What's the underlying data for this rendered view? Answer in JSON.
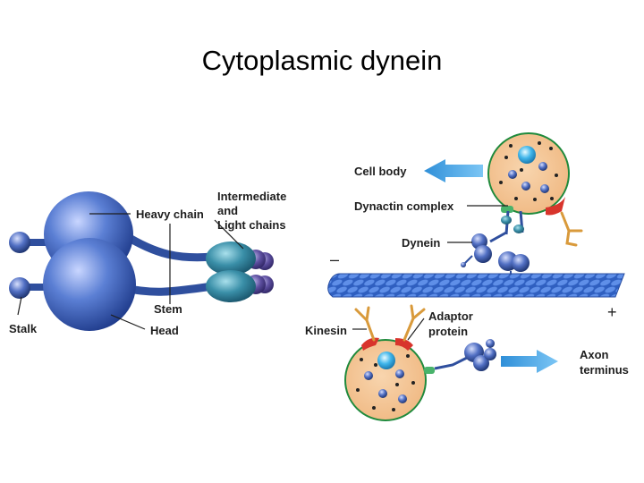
{
  "title": "Cytoplasmic dynein",
  "labels": {
    "heavy_chain": "Heavy chain",
    "intermediate": "Intermediate",
    "and": "and",
    "light_chains": "Light chains",
    "stem": "Stem",
    "stalk": "Stalk",
    "head": "Head",
    "cell_body": "Cell body",
    "dynactin_complex": "Dynactin complex",
    "dynein": "Dynein",
    "kinesin": "Kinesin",
    "adaptor": "Adaptor",
    "protein": "protein",
    "axon": "Axon",
    "terminus": "terminus",
    "minus": "–",
    "plus": "+"
  },
  "colors": {
    "motor_blue": "#3b5fb5",
    "chain_teal": "#3a8fa8",
    "light_chain_purple": "#5d4fa0",
    "vesicle_fill": "#f3c79b",
    "vesicle_outline": "#1f8a3c",
    "arrow_blue": "#3f9fe0",
    "microtubule": "#3b6fd0",
    "kinesin_orange": "#d99a3b",
    "dynactin_red": "#d8342c"
  }
}
